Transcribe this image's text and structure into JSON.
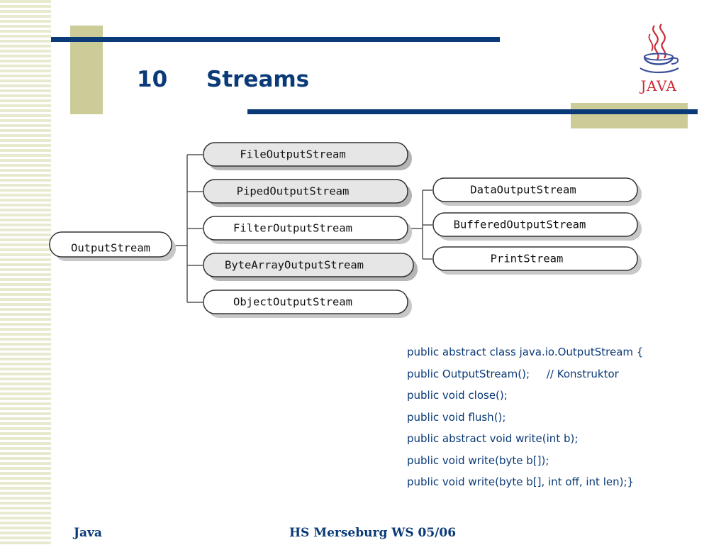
{
  "slide": {
    "number": "10",
    "title": "Streams"
  },
  "logo": {
    "text": "JAVA",
    "colors": {
      "red": "#cc2a36",
      "blue": "#3b4f9a"
    }
  },
  "diagram": {
    "root": "OutputStream",
    "children": [
      "FileOutputStream",
      "PipedOutputStream",
      "FilterOutputStream",
      "ByteArrayOutputStream",
      "ObjectOutputStream"
    ],
    "filter_children": [
      "DataOutputStream",
      "BufferedOutputStream",
      "PrintStream"
    ]
  },
  "code_lines": [
    "public abstract class java.io.OutputStream {",
    "public OutputStream();     // Konstruktor",
    "public void close();",
    "public void flush();",
    "public abstract void write(int b);",
    "public void write(byte b[]);",
    "public void write(byte b[], int off, int len);}"
  ],
  "footer": {
    "left": "Java",
    "center": "HS Merseburg WS 05/06"
  },
  "colors": {
    "accent": "#0a3a78",
    "decor": "#cccc99",
    "stripe": "#e9e9cf"
  }
}
